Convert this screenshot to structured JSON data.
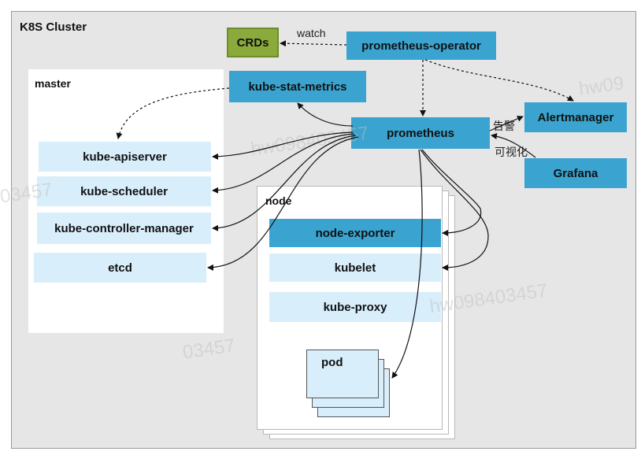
{
  "cluster": {
    "title": "K8S Cluster"
  },
  "master": {
    "title": "master",
    "components": [
      "kube-apiserver",
      "kube-scheduler",
      "kube-controller-manager",
      "etcd"
    ]
  },
  "node": {
    "title": "node",
    "components": [
      "node-exporter",
      "kubelet",
      "kube-proxy"
    ],
    "pod": "pod"
  },
  "monitoring": {
    "crds": "CRDs",
    "operator": "prometheus-operator",
    "metrics": "kube-stat-metrics",
    "prometheus": "prometheus",
    "alertmanager": "Alertmanager",
    "grafana": "Grafana"
  },
  "edge_labels": {
    "watch": "watch",
    "alert": "告警",
    "visualize": "可视化"
  },
  "watermark": {
    "a": "hw09",
    "b": "hw098403457",
    "c": "03457",
    "d": "hw098403457",
    "e": "03457"
  },
  "colors": {
    "dark_box": "#3aa3cf",
    "light_box": "#d8eefb",
    "crds_box": "#8aaa3b",
    "cluster_bg": "#e6e6e6"
  }
}
